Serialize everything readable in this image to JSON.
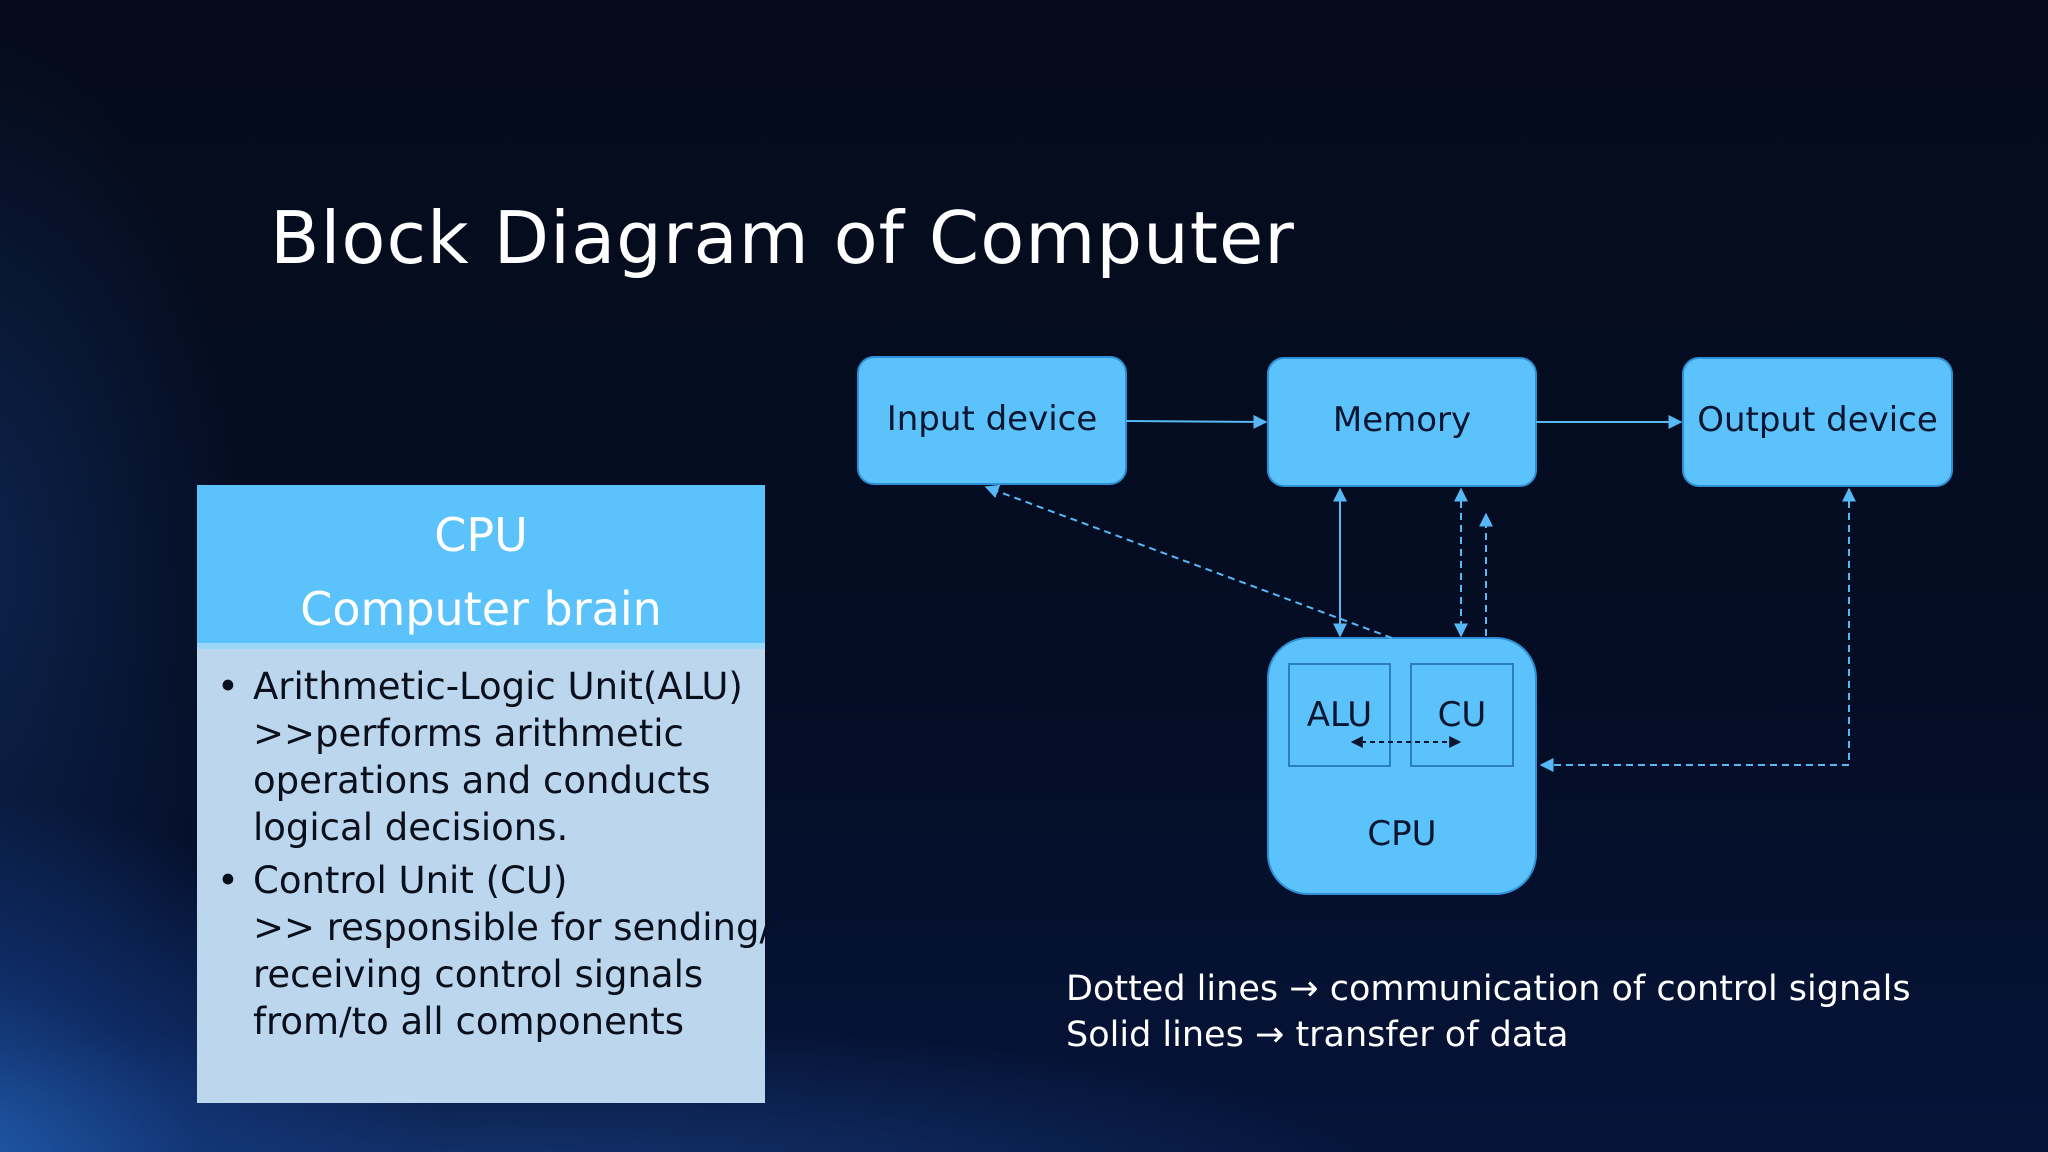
{
  "slide": {
    "title": "Block Diagram of Computer"
  },
  "cpu_card": {
    "heading": "CPU",
    "subheading": "Computer brain",
    "bullets": [
      {
        "lines": [
          "Arithmetic-Logic Unit(ALU)",
          ">>performs arithmetic",
          "operations and conducts",
          "logical decisions."
        ]
      },
      {
        "lines": [
          "Control Unit (CU)",
          ">> responsible for sending/",
          "receiving control signals",
          "from/to all components"
        ]
      }
    ]
  },
  "diagram": {
    "boxes": {
      "input": "Input device",
      "memory": "Memory",
      "output": "Output device",
      "alu": "ALU",
      "cu": "CU",
      "cpu": "CPU"
    },
    "colors": {
      "box_fill": "#5bc2fb",
      "box_stroke": "#2f8fd6",
      "arrow": "#56b8f5"
    }
  },
  "legend": {
    "dotted": "Dotted lines",
    "dotted_desc": "communication of control signals",
    "solid": "Solid lines",
    "solid_desc": "transfer of data",
    "arrow_glyph": "→"
  }
}
